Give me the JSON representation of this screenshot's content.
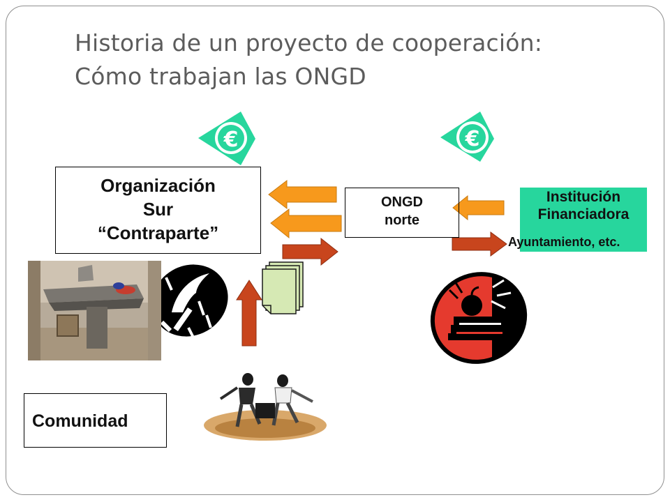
{
  "title": {
    "line1": "Historia de un proyecto de cooperación:",
    "line2": "Cómo trabajan las ONGD"
  },
  "nodes": {
    "organizacion_sur": {
      "line1": "Organización",
      "line2": "Sur",
      "line3": "“Contraparte”"
    },
    "ongd_norte": {
      "line1": "ONGD",
      "line2": "norte"
    },
    "institucion": {
      "line1": "Institución",
      "line2": "Financiadora",
      "line3": "Ayuntamiento, etc."
    },
    "comunidad": {
      "label": "Comunidad"
    }
  },
  "symbols": {
    "currency": "€"
  },
  "icons": [
    "euro-badge-icon",
    "tools-icon",
    "documents-icon",
    "books-apple-icon"
  ],
  "colors": {
    "euro_badge": "#27d69d",
    "arrow_orange": "#f7991c",
    "arrow_red": "#c8451d",
    "institution_box": "#27d69d",
    "title_text": "#5c5c5c"
  }
}
